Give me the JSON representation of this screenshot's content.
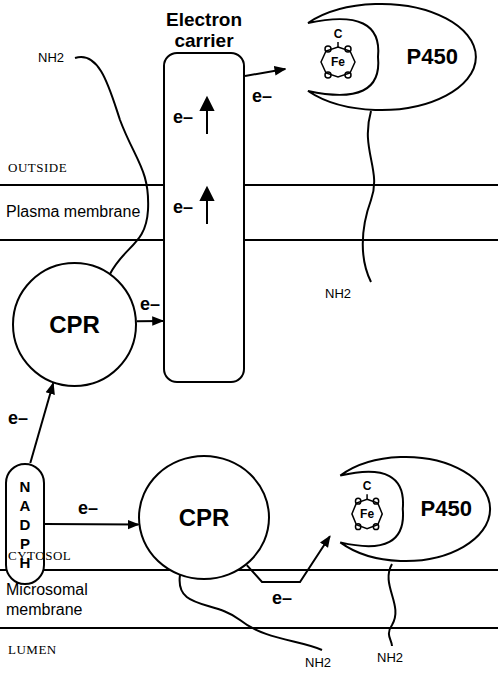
{
  "diagram": {
    "nodes": [
      {
        "text": [
          "Electron carrier",
          "e–",
          "e–"
        ]
      },
      {
        "text": [
          "P450"
        ]
      },
      {
        "text": [
          "CPR"
        ]
      },
      {
        "text": [
          "NADPH"
        ]
      },
      {
        "text": [
          "CPR"
        ]
      },
      {
        "text": [
          "P450"
        ]
      }
    ],
    "edges": [
      {
        "from": 3,
        "to": 2,
        "arrow": "to",
        "label": "e–"
      },
      {
        "from": 3,
        "to": 4,
        "arrow": "to",
        "label": "e–"
      },
      {
        "from": 2,
        "to": 0,
        "arrow": "to",
        "label": "e–"
      },
      {
        "from": 0,
        "to": 1,
        "arrow": "to",
        "label": "e–"
      },
      {
        "from": 4,
        "to": 5,
        "arrow": "to",
        "label": "e–"
      }
    ],
    "labels": [
      "OUTSIDE",
      "Plasma membrane",
      "CYTOSOL",
      "Microsomal membrane",
      "LUMEN",
      "NH2",
      "NH2",
      "NH2",
      "NH2",
      "C",
      "Fe",
      "C",
      "Fe"
    ]
  }
}
